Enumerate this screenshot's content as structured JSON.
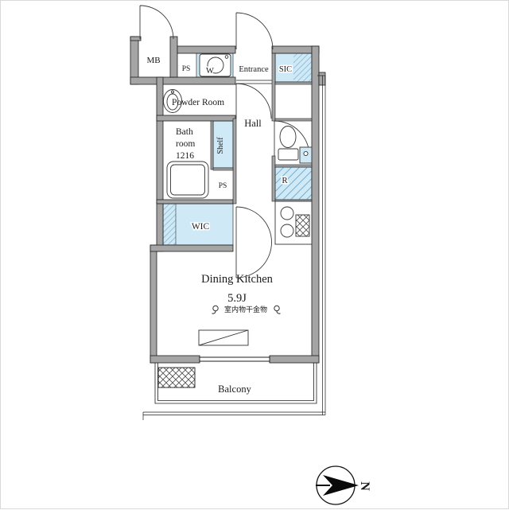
{
  "plan": {
    "rooms": {
      "mb": "MB",
      "ps_upper": "PS",
      "washer": "W",
      "entrance": "Entrance",
      "sic": "SIC",
      "powder_room": "Powder Room",
      "hall": "Hall",
      "bath_lines": [
        "Bath",
        "room",
        "1216"
      ],
      "shelf": "Shelf",
      "ps_lower": "PS",
      "wic": "WIC",
      "fridge": "R",
      "dining": "Dining Kitchen",
      "dining_size": "5.9J",
      "laundry_note": "室内物干金物",
      "balcony": "Balcony"
    },
    "compass": {
      "north_label": "N"
    },
    "colors": {
      "wall_gray": "#a5a5a5",
      "closet_blue": "#cfe9f6",
      "hatch_blue": "#6fa7c8",
      "line": "#1c1c1c"
    }
  }
}
